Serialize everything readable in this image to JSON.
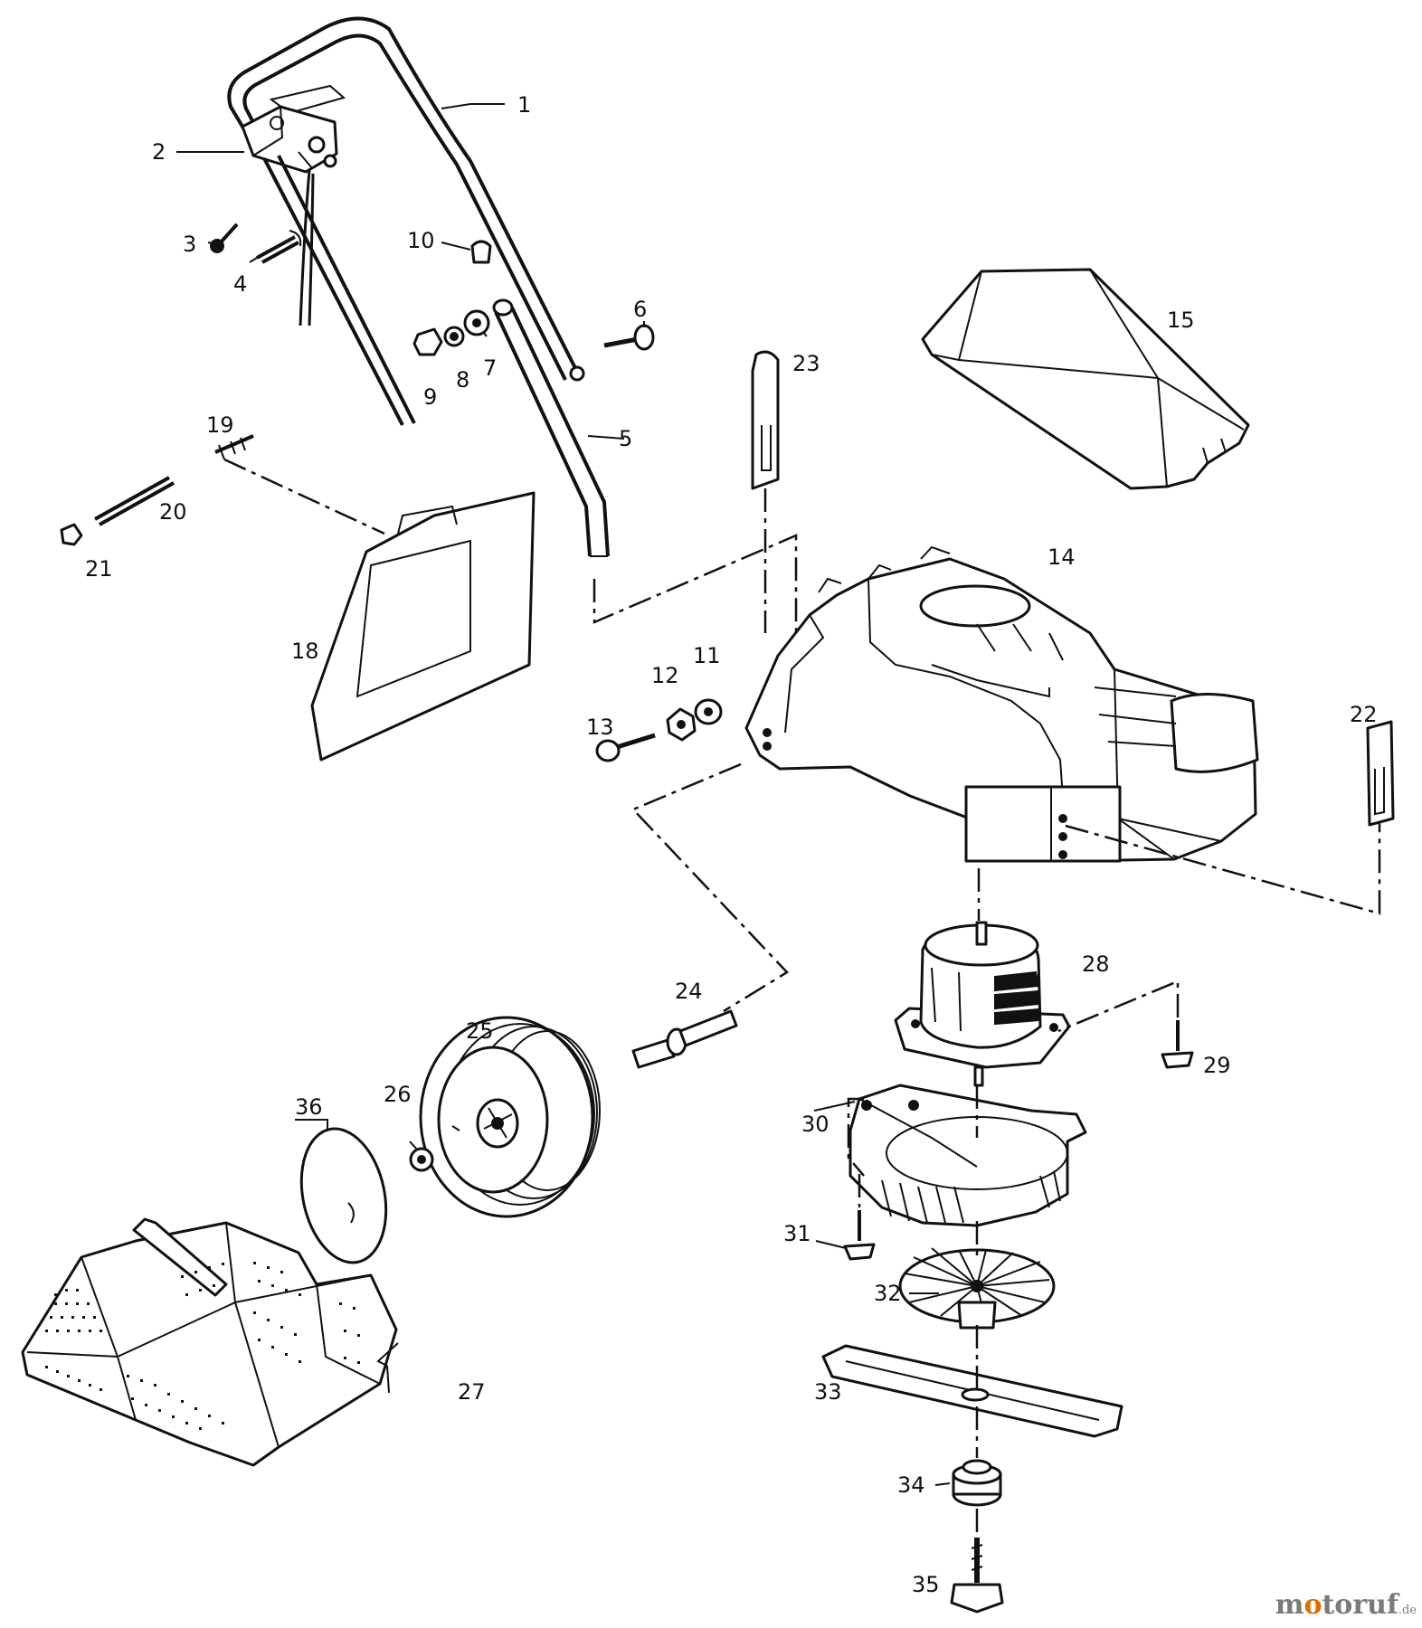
{
  "labels": {
    "p1": "1",
    "p2": "2",
    "p3": "3",
    "p4": "4",
    "p5": "5",
    "p6": "6",
    "p7": "7",
    "p8": "8",
    "p9": "9",
    "p10": "10",
    "p11": "11",
    "p12": "12",
    "p13": "13",
    "p14": "14",
    "p15": "15",
    "p18": "18",
    "p19": "19",
    "p20": "20",
    "p21": "21",
    "p22": "22",
    "p23": "23",
    "p24": "24",
    "p25": "25",
    "p26": "26",
    "p27": "27",
    "p28": "28",
    "p29": "29",
    "p30": "30",
    "p31": "31",
    "p32": "32",
    "p33": "33",
    "p34": "34",
    "p35": "35",
    "p36": "36"
  },
  "watermark": {
    "pre": "m",
    "o1": "o",
    "mid": "toruf",
    "suffix": ".de"
  }
}
